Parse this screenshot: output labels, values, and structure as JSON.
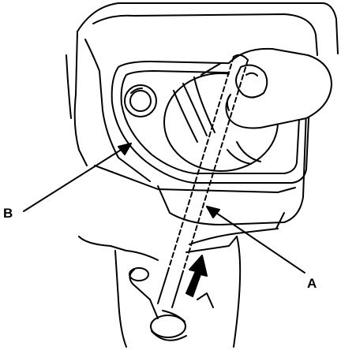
{
  "labels": {
    "a": "A",
    "b": "B"
  },
  "colors": {
    "ink": "#000000",
    "paper": "#ffffff"
  },
  "parts": {
    "a": "long-rod-tool",
    "b": "console-bezel",
    "arrow": "insert-direction-arrow",
    "finger": "finger-pressing"
  }
}
